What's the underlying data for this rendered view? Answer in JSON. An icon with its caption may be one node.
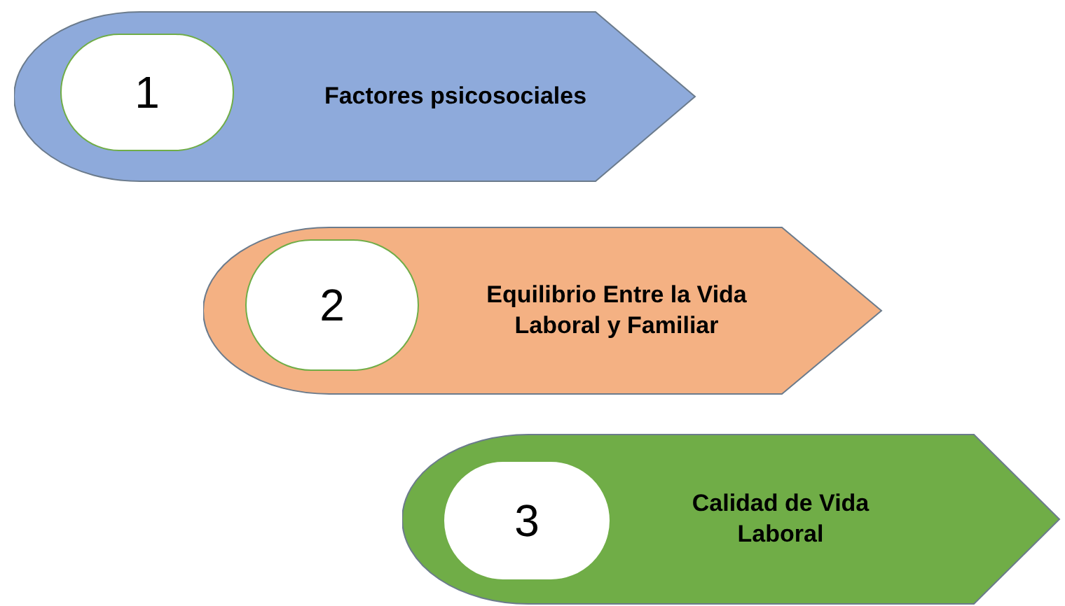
{
  "diagram": {
    "nodes": [
      {
        "text": [
          "Factores psicosociales"
        ]
      },
      {
        "text": [
          "1"
        ],
        "in": 0
      },
      {
        "text": [
          "Equilibrio Entre la Vida Laboral y Familiar"
        ]
      },
      {
        "text": [
          "2"
        ],
        "in": 2
      },
      {
        "text": [
          "Calidad de Vida Laboral"
        ]
      },
      {
        "text": [
          "3"
        ],
        "in": 4
      }
    ]
  }
}
